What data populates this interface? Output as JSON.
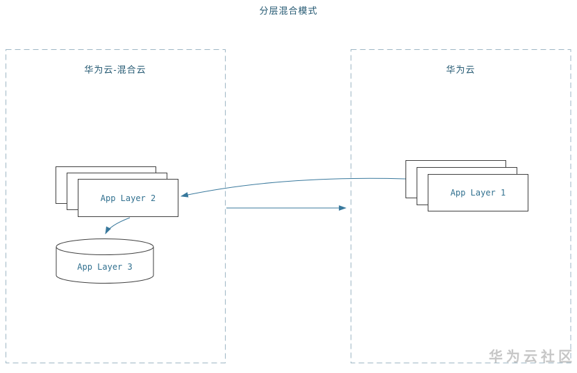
{
  "title": "分层混合模式",
  "watermark": "华为云社区",
  "zones": {
    "left": {
      "label": "华为云-混合云"
    },
    "right": {
      "label": "华为云"
    }
  },
  "nodes": {
    "app_layer_1": "App Layer 1",
    "app_layer_2": "App Layer 2",
    "app_layer_3": "App Layer 3"
  },
  "colors": {
    "title_text": "#265a73",
    "node_label_text": "#31708f",
    "arrow": "#38789c",
    "solid_border": "#3f3f3f",
    "dashed_border": "#9db6c4",
    "watermark_text": "#c6c6c6",
    "background": "#ffffff"
  }
}
